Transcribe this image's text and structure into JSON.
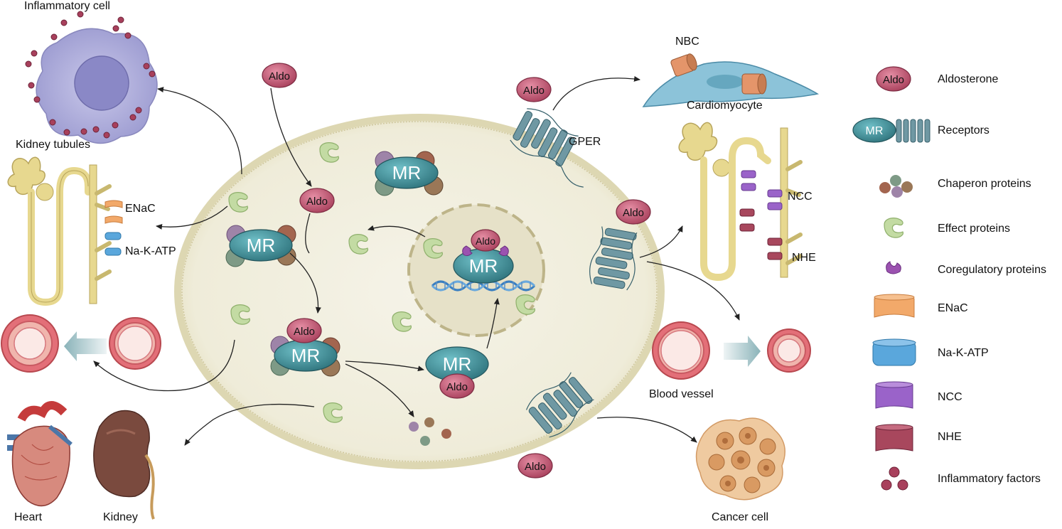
{
  "labels": {
    "inflammatory_cell": "Inflammatory cell",
    "kidney_tubules": "Kidney tubules",
    "enac": "ENaC",
    "na_k_atp": "Na-K-ATP",
    "heart": "Heart",
    "kidney": "Kidney",
    "nbc": "NBC",
    "cardiomyocyte": "Cardiomyocyte",
    "gper": "GPER",
    "ncc": "NCC",
    "nhe": "NHE",
    "blood_vessel": "Blood vessel",
    "cancer_cell": "Cancer cell",
    "aldo": "Aldo",
    "mr": "MR"
  },
  "legend": [
    {
      "icon": "aldosterone-icon",
      "label": "Aldosterone"
    },
    {
      "icon": "receptors-icon",
      "label": "Receptors"
    },
    {
      "icon": "chaperon-proteins-icon",
      "label": "Chaperon proteins"
    },
    {
      "icon": "effect-proteins-icon",
      "label": "Effect proteins"
    },
    {
      "icon": "coregulatory-proteins-icon",
      "label": "Coregulatory proteins"
    },
    {
      "icon": "enac-icon",
      "label": "ENaC"
    },
    {
      "icon": "na-k-atp-icon",
      "label": "Na-K-ATP"
    },
    {
      "icon": "ncc-icon",
      "label": "NCC"
    },
    {
      "icon": "nhe-icon",
      "label": "NHE"
    },
    {
      "icon": "inflammatory-factors-icon",
      "label": "Inflammatory factors"
    }
  ],
  "colors": {
    "aldo": "#c05a74",
    "mr": "#3f8e98",
    "cell": "#f1efe0",
    "cell_border": "#d9d4ae",
    "effect": "#b9d39a",
    "coreg": "#9b52b0",
    "enac": "#f2a96a",
    "na_k_atp": "#5aa7dc",
    "ncc": "#9a63c9",
    "nhe": "#a8475d",
    "tubule": "#e1d08a",
    "vessel": "#e36f78",
    "cancer": "#e8b889"
  }
}
